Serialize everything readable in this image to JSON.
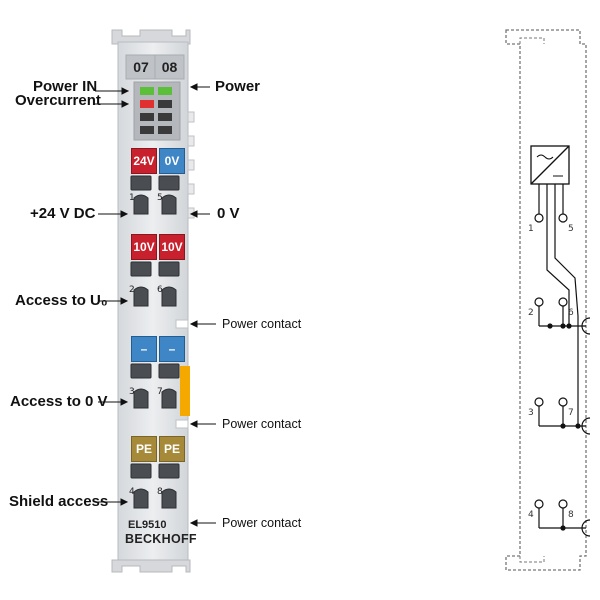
{
  "module": {
    "channel_labels": [
      "07",
      "08"
    ],
    "model": "EL9510",
    "brand": "BECKHOFF",
    "tabs": {
      "row1": [
        "24V",
        "0V"
      ],
      "row2": [
        "10V",
        "10V"
      ],
      "row3": [
        "–",
        "–"
      ],
      "row4": [
        "PE",
        "PE"
      ]
    },
    "terminal_numbers": [
      "1",
      "5",
      "2",
      "6",
      "3",
      "7",
      "4",
      "8"
    ]
  },
  "labels_left": {
    "power_in": "Power IN",
    "overcurrent": "Overcurrent",
    "plus24": "+24 V DC",
    "access_u0": "Access to U₀",
    "access_0v": "Access to 0 V",
    "shield": "Shield access"
  },
  "labels_right": {
    "power": "Power",
    "zero_v": "0 V",
    "power_contact": [
      "Power contact",
      "Power contact",
      "Power contact"
    ]
  },
  "schematic": {
    "terminal_numbers": [
      "1",
      "5",
      "2",
      "6",
      "3",
      "7",
      "4",
      "8"
    ]
  },
  "colors": {
    "red": "#c8202c",
    "blue": "#3f86c6",
    "pe": "#a68a3a",
    "housing": "#e3e5e8",
    "orange": "#f5a800",
    "led_green": "#5bbf3a",
    "led_red": "#e03030"
  }
}
